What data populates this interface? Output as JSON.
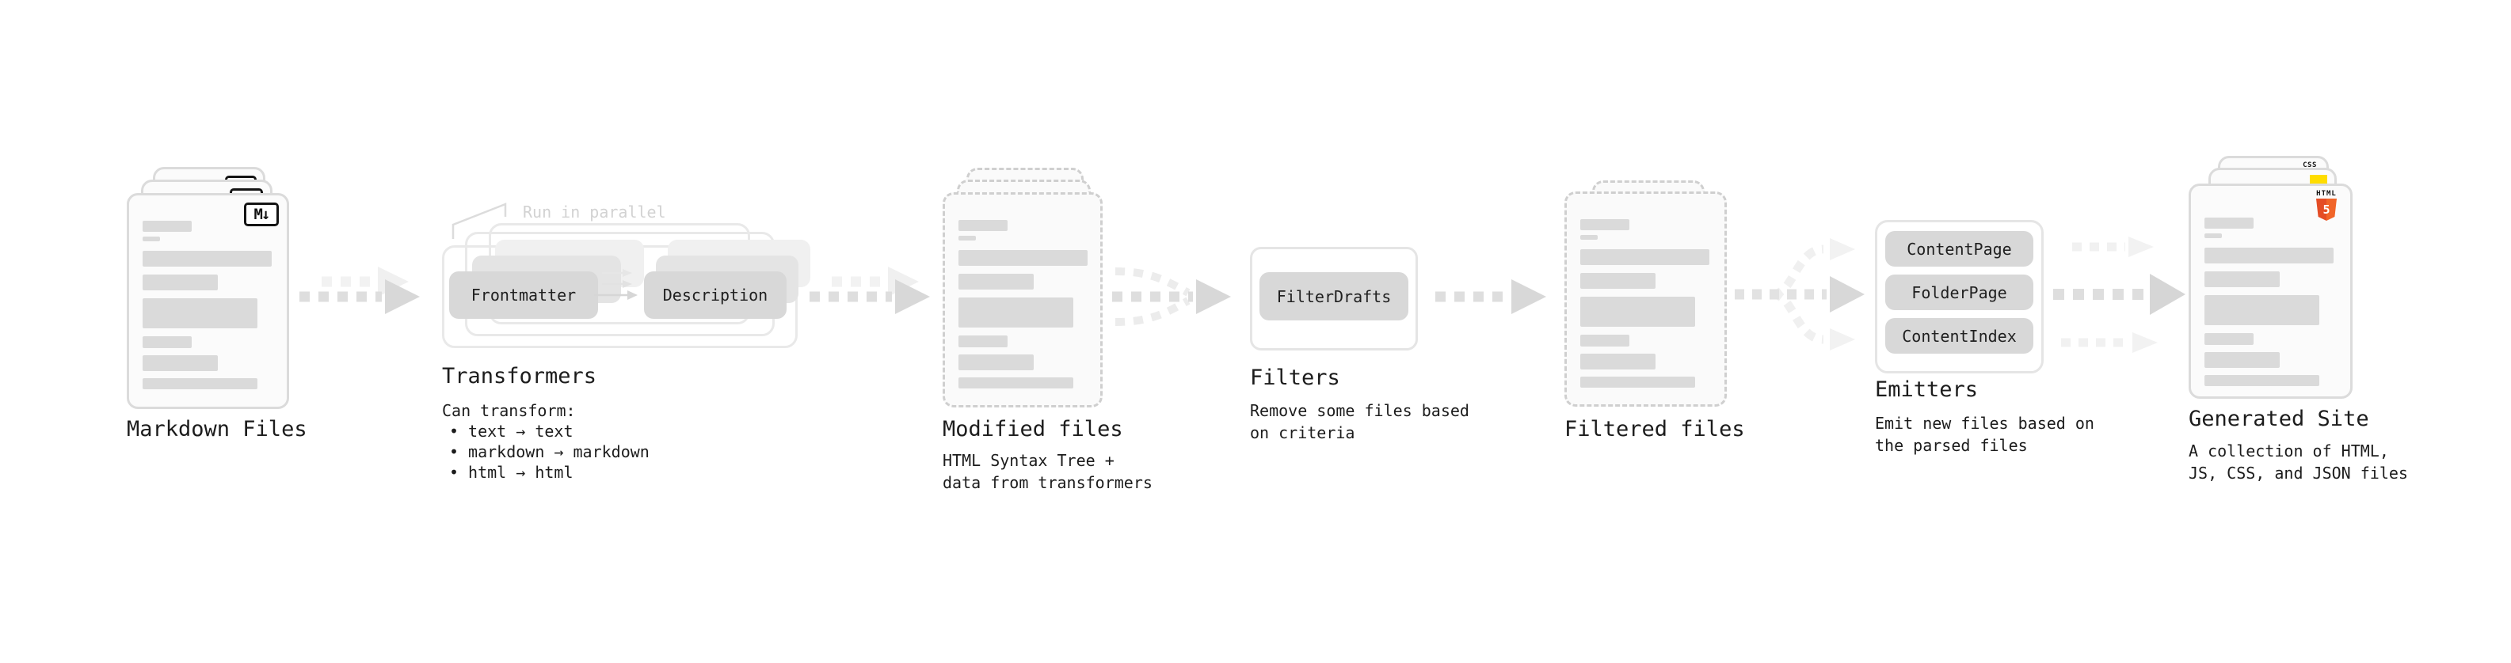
{
  "diagram": {
    "markdown_files": {
      "label": "Markdown Files",
      "badge": "M↓"
    },
    "transformers": {
      "callout": "Run in parallel",
      "input_box": "Frontmatter",
      "output_box": "Description",
      "label": "Transformers",
      "desc_title": "Can transform:",
      "bullet_char": "•",
      "bullets": [
        "text → text",
        "markdown → markdown",
        "html → html"
      ]
    },
    "modified_files": {
      "label": "Modified files",
      "desc": "HTML Syntax Tree +\ndata from transformers"
    },
    "filters": {
      "box": "FilterDrafts",
      "label": "Filters",
      "desc": "Remove some files based\non criteria"
    },
    "filtered_files": {
      "label": "Filtered files"
    },
    "emitters": {
      "boxes": [
        "ContentPage",
        "FolderPage",
        "ContentIndex"
      ],
      "label": "Emitters",
      "desc": "Emit new files based on\nthe parsed files"
    },
    "generated_site": {
      "label": "Generated Site",
      "desc": "A collection of HTML,\nJS, CSS, and JSON files",
      "css_badge": "CSS",
      "html_badge_label": "HTML",
      "html_badge_number": "5"
    }
  },
  "colors": {
    "ink": "#1c1c1c",
    "muted_grey": "#d2d2d2",
    "chip_fill": "#d8d8d8",
    "bar_fill": "#dadada",
    "html5_orange": "#e44d26",
    "html5_orange_light": "#f16529",
    "js_yellow": "#ffdd00",
    "css_blue": "#2e6df6"
  }
}
